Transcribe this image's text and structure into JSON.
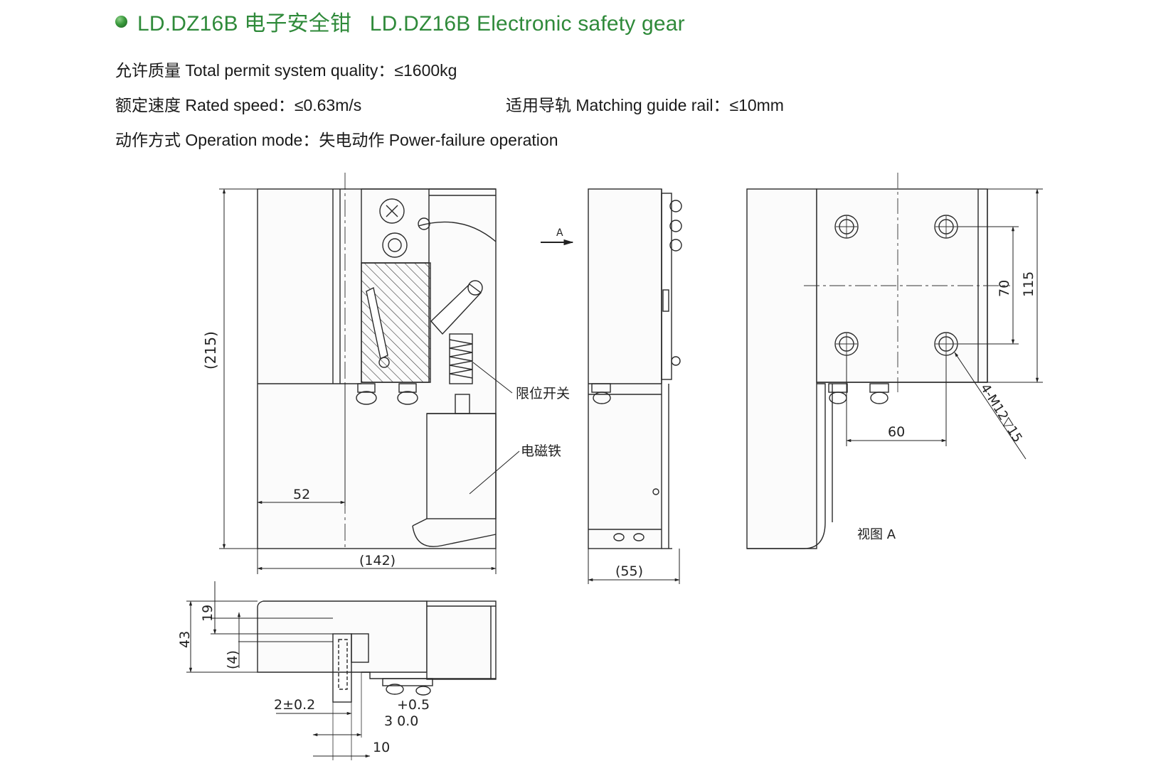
{
  "title": "LD.DZ16B 电子安全钳   LD.DZ16B Electronic safety gear",
  "colors": {
    "accent": "#2f8a3a",
    "line": "#2a2a2a"
  },
  "specs": {
    "quality": "允许质量 Total permit system quality：≤1600kg",
    "speed": "额定速度 Rated speed：≤0.63m/s",
    "rail": "适用导轨 Matching guide rail：≤10mm",
    "mode": "动作方式 Operation mode：失电动作 Power-failure operation"
  },
  "front_view": {
    "dim_height": "(215)",
    "dim_width": "(142)",
    "dim_inner": "52",
    "label_switch": "限位开关",
    "label_magnet": "电磁铁",
    "arrow_label": "A"
  },
  "side_view": {
    "dim_width": "(55)"
  },
  "view_a": {
    "dim_70": "70",
    "dim_115": "115",
    "dim_60": "60",
    "holes": "4-M12▽15",
    "caption": "视图 A"
  },
  "top_view": {
    "dim_43": "43",
    "dim_19": "19",
    "dim_4": "(4)",
    "tol_2": "2±0.2",
    "tol_plus": "+0.5",
    "tol_3": "3   0.0",
    "dim_10": "10"
  }
}
